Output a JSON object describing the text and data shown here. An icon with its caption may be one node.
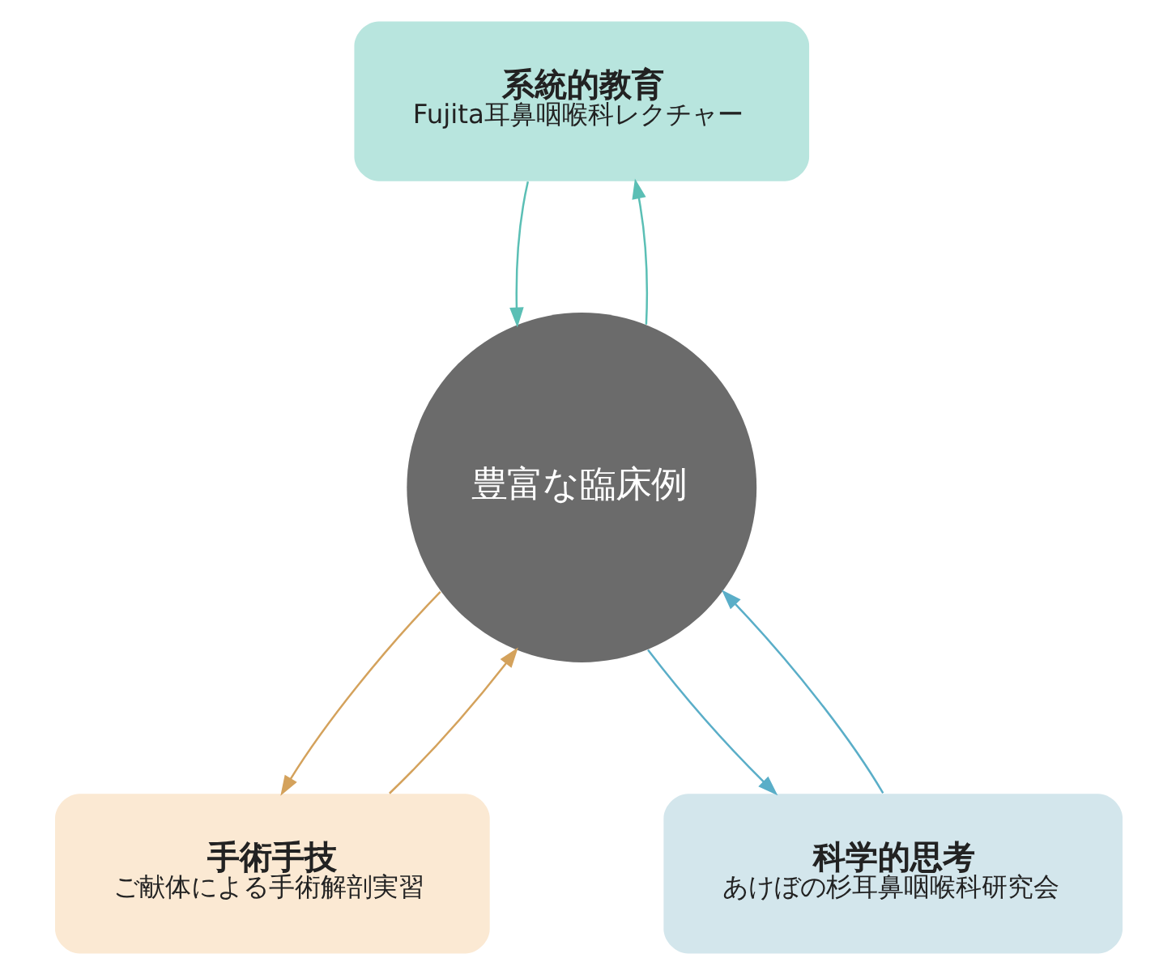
{
  "diagram": {
    "nodes": [
      {
        "text": [
          "系統的教育",
          "Fujita耳鼻咽喉科レクチャー"
        ]
      },
      {
        "text": [
          "豊富な臨床例"
        ]
      },
      {
        "text": [
          "手術手技",
          "ご献体による手術解剖実習"
        ]
      },
      {
        "text": [
          "科学的思考",
          "あけぼの杉耳鼻咽喉科研究会"
        ]
      }
    ],
    "edges": [
      {
        "from": 0,
        "to": 1,
        "arrow": "to",
        "color": "#5bbfb5"
      },
      {
        "from": 1,
        "to": 0,
        "arrow": "to",
        "color": "#5bbfb5"
      },
      {
        "from": 1,
        "to": 2,
        "arrow": "to",
        "color": "#d4a25c"
      },
      {
        "from": 2,
        "to": 1,
        "arrow": "to",
        "color": "#d4a25c"
      },
      {
        "from": 1,
        "to": 3,
        "arrow": "to",
        "color": "#5aaec8"
      },
      {
        "from": 3,
        "to": 1,
        "arrow": "to",
        "color": "#5aaec8"
      }
    ]
  }
}
